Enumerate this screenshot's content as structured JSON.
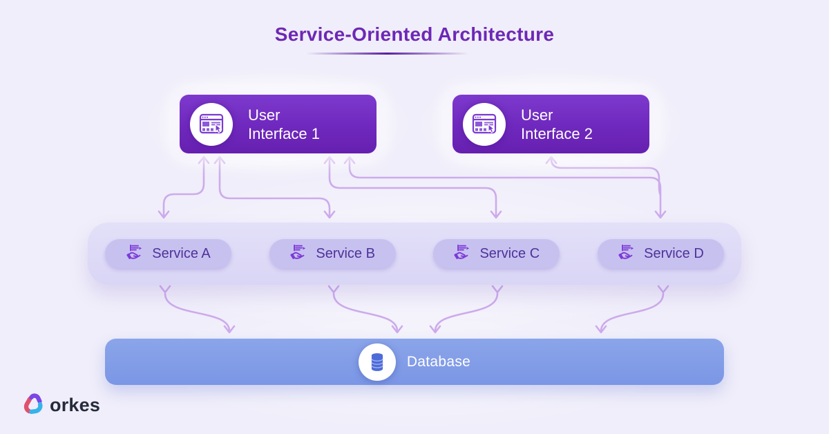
{
  "title": "Service-Oriented Architecture",
  "ui_boxes": [
    {
      "line1": "User",
      "line2": "Interface 1",
      "icon": "browser-window-icon"
    },
    {
      "line1": "User",
      "line2": "Interface 2",
      "icon": "browser-window-icon"
    }
  ],
  "services": [
    {
      "label": "Service A",
      "icon": "service-hand-icon"
    },
    {
      "label": "Service B",
      "icon": "service-hand-icon"
    },
    {
      "label": "Service C",
      "icon": "service-hand-icon"
    },
    {
      "label": "Service D",
      "icon": "service-hand-icon"
    }
  ],
  "database": {
    "label": "Database",
    "icon": "database-icon"
  },
  "logo": {
    "text": "orkes",
    "icon": "orkes-logo-icon"
  },
  "connections": [
    {
      "from": "user-interface-1",
      "to": "service-a",
      "bidirectional": true
    },
    {
      "from": "user-interface-1",
      "to": "service-b",
      "bidirectional": true
    },
    {
      "from": "user-interface-1",
      "to": "service-c",
      "bidirectional": true
    },
    {
      "from": "user-interface-1",
      "to": "service-d",
      "bidirectional": true
    },
    {
      "from": "user-interface-2",
      "to": "service-d",
      "bidirectional": true
    },
    {
      "from": "service-a",
      "to": "database",
      "bidirectional": true
    },
    {
      "from": "service-b",
      "to": "database",
      "bidirectional": true
    },
    {
      "from": "service-c",
      "to": "database",
      "bidirectional": true
    },
    {
      "from": "service-d",
      "to": "database",
      "bidirectional": true
    }
  ],
  "colors": {
    "background": "#f0eefa",
    "title": "#6d28b5",
    "ui_box": "#7029bd",
    "services_container": "#dedaf7",
    "service_pill": "#c7c1f0",
    "service_text": "#4f3299",
    "service_icon": "#7d3ad6",
    "database_bar": "#7f9ae6",
    "database_icon": "#4d6cd9",
    "arrow": "#cdabeb",
    "logo_text": "#252b3b",
    "logo_pink": "#e0506e",
    "logo_purple": "#7b46e6",
    "logo_cyan": "#35b3ea"
  }
}
